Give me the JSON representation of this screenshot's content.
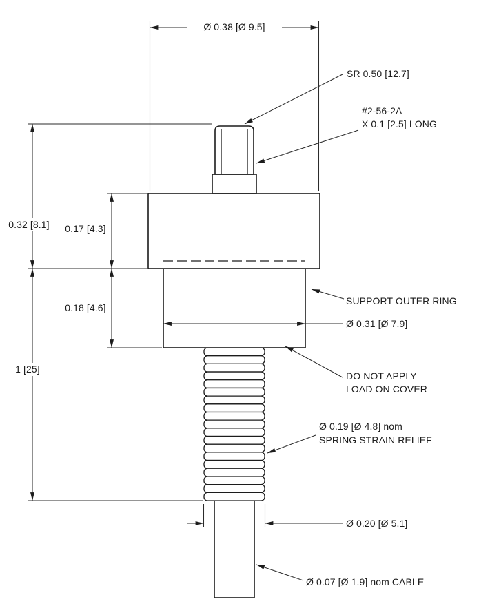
{
  "drawing": {
    "colors": {
      "line": "#1c1c1c",
      "background": "#ffffff"
    },
    "labels": {
      "top_diameter": "Ø 0.38 [Ø 9.5]",
      "spherical_radius": "SR 0.50 [12.7]",
      "thread_spec_line1": "#2-56-2A",
      "thread_spec_line2": "X 0.1 [2.5] LONG",
      "overall_height": "0.32 [8.1]",
      "body_height": "0.17 [4.3]",
      "cover_height": "0.18 [4.6]",
      "lower_length": "1 [25]",
      "support_outer_ring": "SUPPORT OUTER RING",
      "cover_diameter": "Ø 0.31 [Ø 7.9]",
      "no_load_line1": "DO NOT APPLY",
      "no_load_line2": "LOAD ON COVER",
      "spring_relief_line1": "Ø 0.19 [Ø 4.8] nom",
      "spring_relief_line2": "SPRING STRAIN RELIEF",
      "spring_base_diameter": "Ø 0.20 [Ø 5.1]",
      "cable": "Ø 0.07 [Ø 1.9] nom CABLE"
    }
  }
}
